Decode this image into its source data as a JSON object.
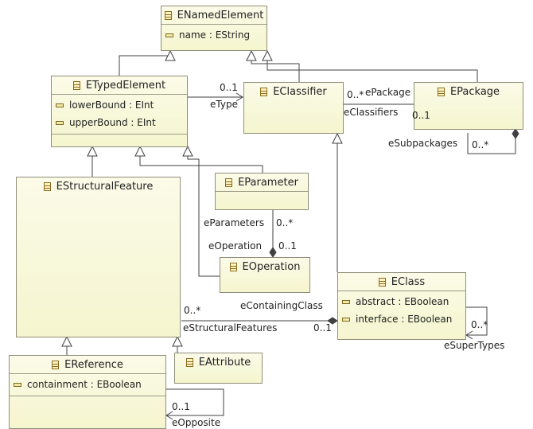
{
  "classes": {
    "enamed": {
      "name": "ENamedElement",
      "attrs": [
        "name : EString"
      ]
    },
    "etyped": {
      "name": "ETypedElement",
      "attrs": [
        "lowerBound : EInt",
        "upperBound : EInt"
      ]
    },
    "eclassifier": {
      "name": "EClassifier"
    },
    "epackage": {
      "name": "EPackage"
    },
    "estructural": {
      "name": "EStructuralFeature"
    },
    "eparameter": {
      "name": "EParameter"
    },
    "eoperation": {
      "name": "EOperation"
    },
    "eclass": {
      "name": "EClass",
      "attrs": [
        "abstract : EBoolean",
        "interface : EBoolean"
      ]
    },
    "ereference": {
      "name": "EReference",
      "attrs": [
        "containment : EBoolean"
      ]
    },
    "eattribute": {
      "name": "EAttribute"
    }
  },
  "labels": {
    "etype_mult": "0..1",
    "etype": "eType",
    "eclassifiers_mult": "0..*",
    "eclassifiers": "eClassifiers",
    "epackage": "ePackage",
    "epackage_mult": "0..1",
    "esubpackages": "eSubpackages",
    "esubpackages_mult": "0..*",
    "eparameters": "eParameters",
    "eparameters_mult": "0..*",
    "eoperation": "eOperation",
    "eoperation_mult": "0..1",
    "esf_mult": "0..*",
    "econtainingclass": "eContainingClass",
    "estructuralfeatures": "eStructuralFeatures",
    "econtainingclass_mult": "0..1",
    "esupertypes_mult": "0..*",
    "esupertypes": "eSuperTypes",
    "eopposite_mult": "0..1",
    "eopposite": "eOpposite"
  }
}
